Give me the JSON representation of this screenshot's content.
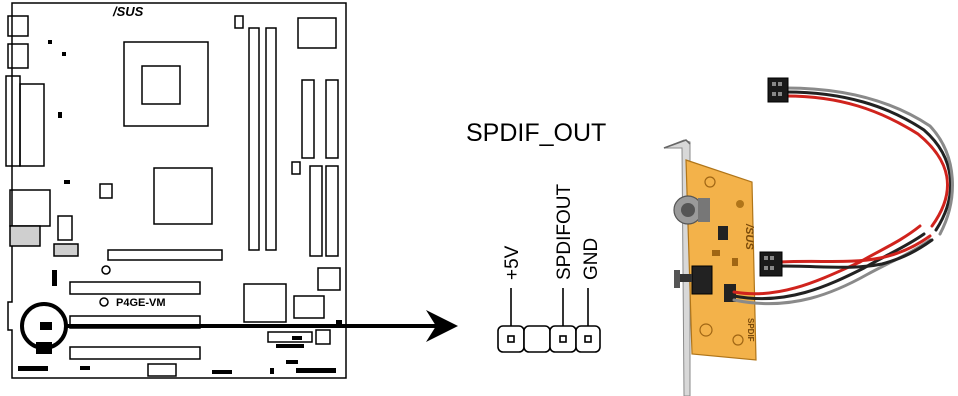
{
  "motherboard": {
    "brand_logo": "/SUS",
    "model_label": "P4GE-VM"
  },
  "header": {
    "title": "SPDIF_OUT",
    "pins": [
      {
        "label": "+5V"
      },
      {
        "label": ""
      },
      {
        "label": "SPDIFOUT"
      },
      {
        "label": "GND"
      }
    ]
  },
  "bracket": {
    "logo": "/SUS",
    "logo_side": "SPDIF"
  },
  "colors": {
    "board_outline": "#000000",
    "bracket_pcb": "#f3b24a",
    "cable_red": "#d0231d",
    "cable_black": "#222222",
    "cable_gray": "#8a8a8a"
  }
}
